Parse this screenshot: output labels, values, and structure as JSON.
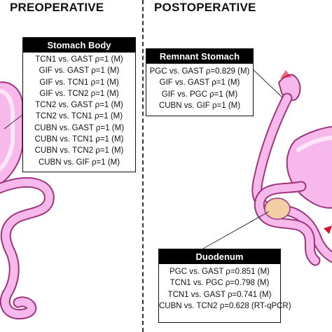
{
  "headings": {
    "preoperative": "PREOPERATIVE",
    "postoperative": "POSTOPERATIVE"
  },
  "boxes": {
    "stomach_body": {
      "title": "Stomach Body",
      "items": [
        "TCN1 vs. GAST ρ=1 (M)",
        "GIF vs. GAST ρ=1 (M)",
        "GIF vs. TCN1 ρ=1 (M)",
        "GIF vs. TCN2 ρ=1 (M)",
        "TCN2 vs. GAST ρ=1 (M)",
        "TCN2 vs. TCN1 ρ=1 (M)",
        "CUBN vs. GAST ρ=1 (M)",
        "CUBN vs. TCN1 ρ=1 (M)",
        "CUBN vs. TCN2 ρ=1 (M)",
        "CUBN vs. GIF ρ=1 (M)"
      ]
    },
    "remnant_stomach": {
      "title": "Remnant Stomach",
      "items": [
        "PGC vs. GAST ρ=0.829 (M)",
        "GIF vs. GAST ρ=1 (M)",
        "GIF vs. PGC ρ=1 (M)",
        "CUBN vs. GIF ρ=1 (M)"
      ]
    },
    "duodenum": {
      "title": "Duodenum",
      "items": [
        "PGC vs. GAST ρ=0.851 (M)",
        "TCN1 vs. PGC ρ=0.798 (M)",
        "TCN1 vs. GAST ρ=0.741 (M)",
        "CUBN vs. TCN2 ρ=0.628 (RT-qPCR)"
      ]
    }
  },
  "colors": {
    "organ_fill": "#f7b8ec",
    "organ_outline": "#a0357f",
    "organ_highlight": "#fde6f8",
    "accent_red": "#d9102c",
    "box_header": "#000000"
  }
}
